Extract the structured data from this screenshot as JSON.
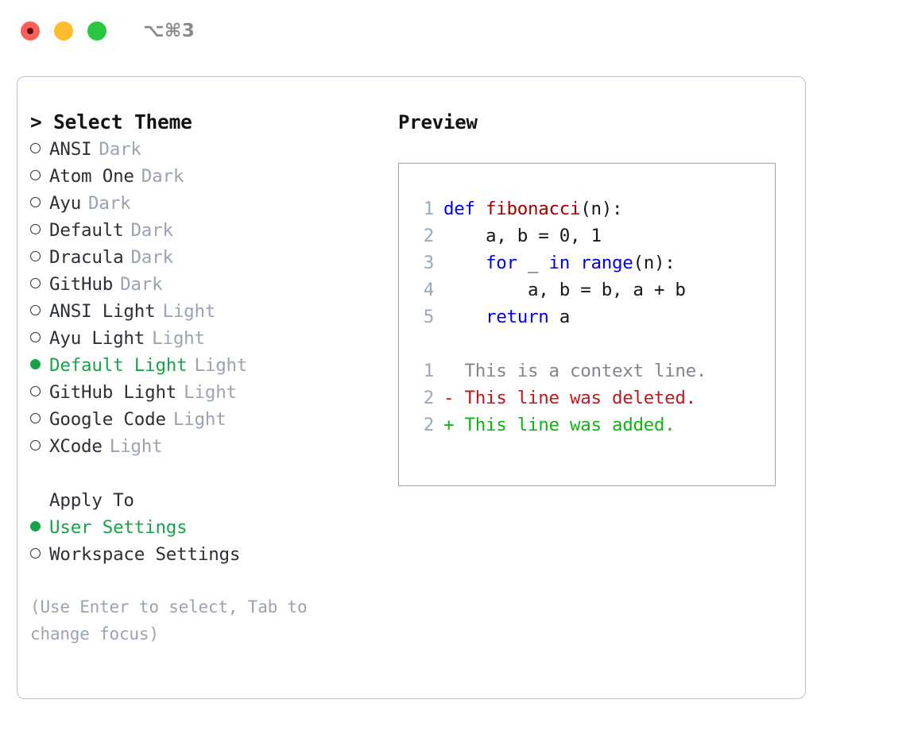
{
  "window": {
    "shortcut": "⌥⌘3",
    "traffic_lights": [
      {
        "name": "close-button",
        "color": "#ff5f57"
      },
      {
        "name": "minimize-button",
        "color": "#ffbd2e"
      },
      {
        "name": "maximize-button",
        "color": "#28c840"
      }
    ]
  },
  "theme_panel": {
    "header": "> Select Theme",
    "options": [
      {
        "marker": "○",
        "label": "ANSI",
        "tag": "Dark",
        "selected": false
      },
      {
        "marker": "○",
        "label": "Atom One",
        "tag": "Dark",
        "selected": false
      },
      {
        "marker": "○",
        "label": "Ayu",
        "tag": "Dark",
        "selected": false
      },
      {
        "marker": "○",
        "label": "Default",
        "tag": "Dark",
        "selected": false
      },
      {
        "marker": "○",
        "label": "Dracula",
        "tag": "Dark",
        "selected": false
      },
      {
        "marker": "○",
        "label": "GitHub",
        "tag": "Dark",
        "selected": false
      },
      {
        "marker": "○",
        "label": "ANSI Light",
        "tag": "Light",
        "selected": false
      },
      {
        "marker": "○",
        "label": "Ayu Light",
        "tag": "Light",
        "selected": false
      },
      {
        "marker": "●",
        "label": "Default Light",
        "tag": "Light",
        "selected": true
      },
      {
        "marker": "○",
        "label": "GitHub Light",
        "tag": "Light",
        "selected": false
      },
      {
        "marker": "○",
        "label": "Google Code",
        "tag": "Light",
        "selected": false
      },
      {
        "marker": "○",
        "label": "XCode",
        "tag": "Light",
        "selected": false
      }
    ]
  },
  "apply_to": {
    "header": "Apply To",
    "options": [
      {
        "marker": "●",
        "label": "User Settings",
        "selected": true
      },
      {
        "marker": "○",
        "label": "Workspace Settings",
        "selected": false
      }
    ]
  },
  "hint": "(Use Enter to select, Tab to change focus)",
  "preview": {
    "title": "Preview",
    "code_lines": [
      {
        "num": "1",
        "tokens": [
          {
            "t": "def ",
            "k": "kw"
          },
          {
            "t": "fibonacci",
            "k": "fn"
          },
          {
            "t": "(n):",
            "k": "plain"
          }
        ]
      },
      {
        "num": "2",
        "tokens": [
          {
            "t": "    a, b = 0, 1",
            "k": "plain"
          }
        ]
      },
      {
        "num": "3",
        "tokens": [
          {
            "t": "    ",
            "k": "plain"
          },
          {
            "t": "for",
            "k": "kw"
          },
          {
            "t": " _ ",
            "k": "plain"
          },
          {
            "t": "in",
            "k": "kw"
          },
          {
            "t": " ",
            "k": "plain"
          },
          {
            "t": "range",
            "k": "kw"
          },
          {
            "t": "(n):",
            "k": "plain"
          }
        ]
      },
      {
        "num": "4",
        "tokens": [
          {
            "t": "        a, b = b, a + b",
            "k": "plain"
          }
        ]
      },
      {
        "num": "5",
        "tokens": [
          {
            "t": "    ",
            "k": "plain"
          },
          {
            "t": "return",
            "k": "kw"
          },
          {
            "t": " a",
            "k": "plain"
          }
        ]
      }
    ],
    "diff_lines": [
      {
        "num": "1",
        "sign": " ",
        "text": "This is a context line.",
        "kind": "context"
      },
      {
        "num": "2",
        "sign": "-",
        "text": "This line was deleted.",
        "kind": "deleted"
      },
      {
        "num": "2",
        "sign": "+",
        "text": "This line was added.",
        "kind": "added"
      }
    ]
  },
  "colors": {
    "accent_green": "#18a34a",
    "dim_text": "#9aa3b2",
    "keyword_blue": "#0000f0",
    "function_red": "#a40000",
    "diff_delete": "#c0181c",
    "diff_add": "#11b511",
    "panel_border": "#9aa5b4"
  }
}
